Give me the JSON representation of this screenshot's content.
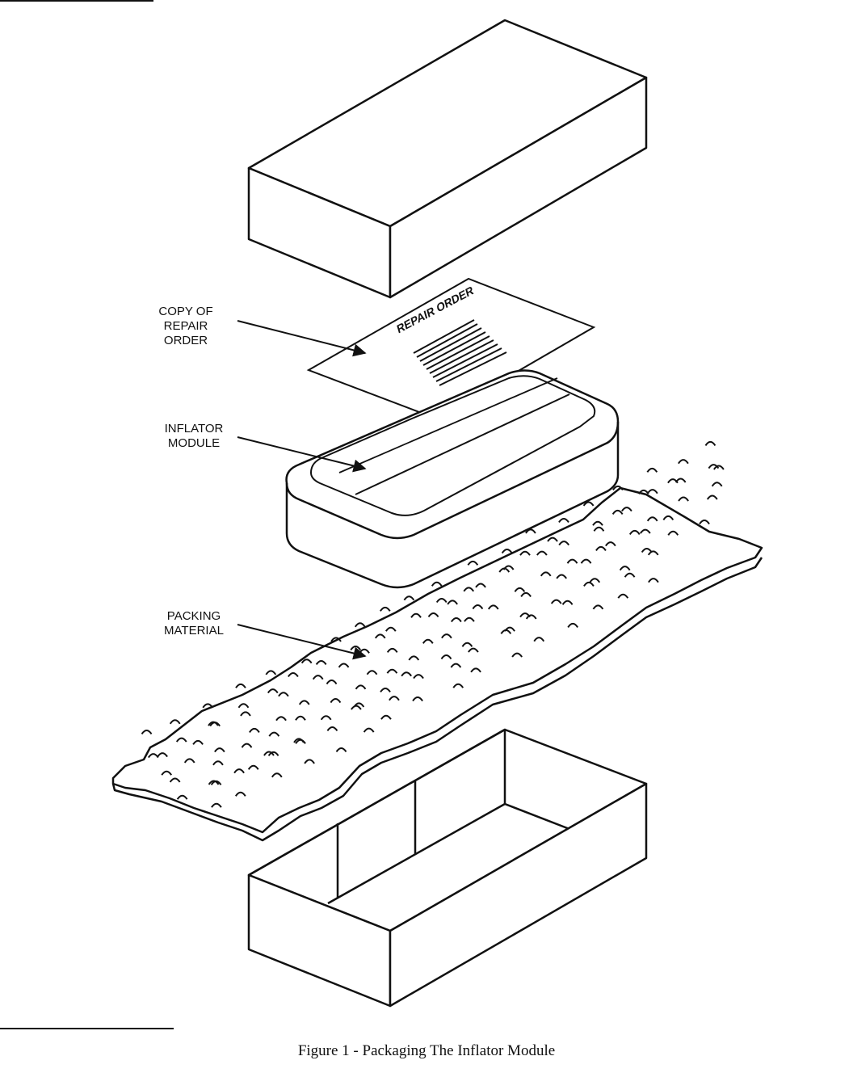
{
  "labels": {
    "repair_order_callout": [
      "COPY OF",
      "REPAIR",
      "ORDER"
    ],
    "inflator_callout": [
      "INFLATOR",
      "MODULE"
    ],
    "packing_callout": [
      "PACKING",
      "MATERIAL"
    ],
    "repair_order_print": "REPAIR ORDER"
  },
  "caption": "Figure 1 - Packaging The Inflator Module",
  "colors": {
    "ink": "#111111",
    "paper": "#ffffff"
  }
}
